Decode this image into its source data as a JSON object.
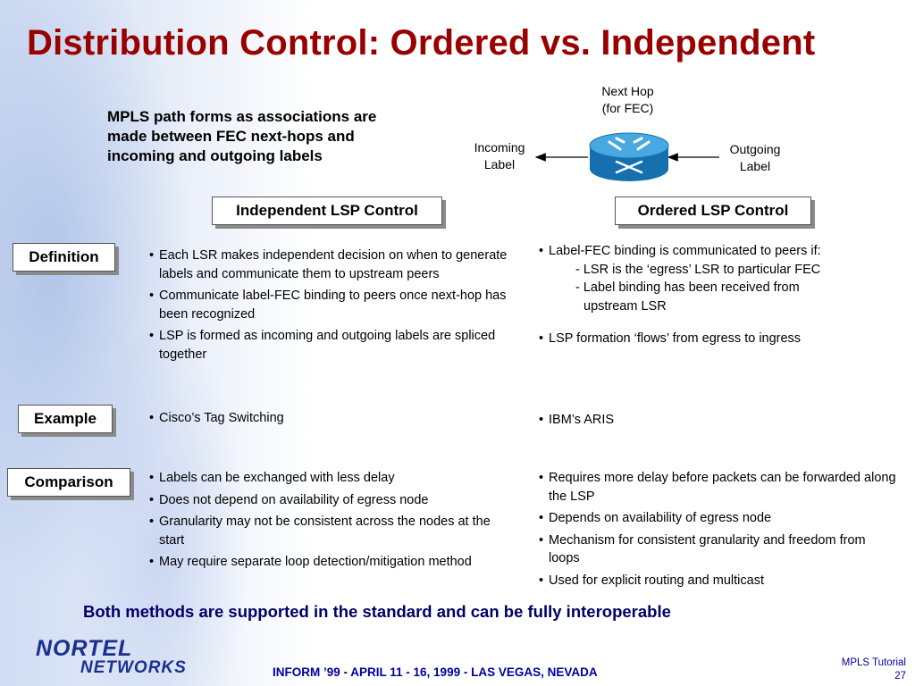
{
  "title": "Distribution Control: Ordered vs. Independent",
  "intro": "MPLS path forms as associations are made between FEC next-hops and incoming and outgoing labels",
  "diagram": {
    "next_hop": "Next Hop",
    "next_hop_sub": "(for FEC)",
    "incoming": "Incoming",
    "incoming_sub": "Label",
    "outgoing": "Outgoing",
    "outgoing_sub": "Label",
    "icon": "router-icon"
  },
  "headers": {
    "independent": "Independent LSP Control",
    "ordered": "Ordered LSP Control"
  },
  "rows": {
    "definition": {
      "label": "Definition",
      "independent": [
        "Each LSR makes independent decision on when to generate labels and communicate them to upstream peers",
        "Communicate label-FEC binding to peers once next-hop has been recognized",
        "LSP is formed as incoming and outgoing labels are spliced together"
      ],
      "ordered_intro": "Label-FEC binding is communicated to peers if:",
      "ordered_sub1": "- LSR is the ‘egress’ LSR to particular FEC",
      "ordered_sub2": "- Label binding has been received from",
      "ordered_sub2_cont": "upstream LSR",
      "ordered_flow": "LSP formation ‘flows’ from egress to ingress"
    },
    "example": {
      "label": "Example",
      "independent": "Cisco’s Tag Switching",
      "ordered": "IBM’s ARIS"
    },
    "comparison": {
      "label": "Comparison",
      "independent": [
        " Labels can be exchanged with less delay",
        "Does not depend on availability of egress node",
        "Granularity may not be consistent across the nodes at the start",
        "May require separate loop detection/mitigation method"
      ],
      "ordered": [
        "Requires more delay before packets can be forwarded along the LSP",
        "Depends on availability of egress node",
        "Mechanism for consistent granularity and freedom from loops",
        "Used for explicit routing and multicast"
      ]
    }
  },
  "bottom_note": "Both methods are supported in the standard and can be fully interoperable",
  "logo": {
    "top": "NORTEL",
    "bottom": "NETWORKS"
  },
  "footer": "INFORM ’99 - APRIL 11 - 16, 1999 - LAS VEGAS, NEVADA",
  "corner": {
    "label": "MPLS Tutorial",
    "page": "27"
  },
  "colors": {
    "title": "#990000",
    "bottom_note": "#000066",
    "footer": "#000099",
    "logo": "#1a2f8f",
    "router": "#1e8fd0"
  }
}
